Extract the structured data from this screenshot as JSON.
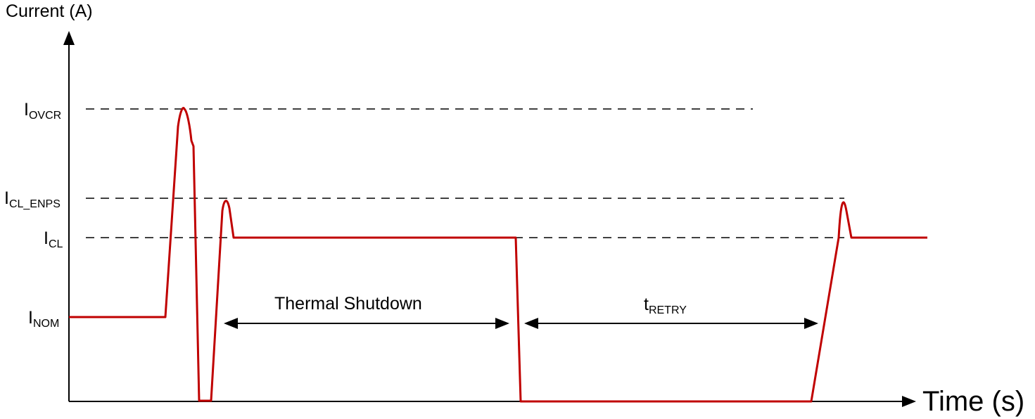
{
  "axes": {
    "y_label": "Current (A)",
    "x_label": "Time (s)"
  },
  "levels": [
    {
      "id": "iovcr",
      "main": "I",
      "sub": "OVCR"
    },
    {
      "id": "icl-enps",
      "main": "I",
      "sub": "CL_ENPS"
    },
    {
      "id": "icl",
      "main": "I",
      "sub": "CL"
    },
    {
      "id": "inom",
      "main": "I",
      "sub": "NOM"
    }
  ],
  "annotations": {
    "thermal_shutdown": "Thermal Shutdown",
    "t_retry": {
      "main": "t",
      "sub": "RETRY"
    }
  },
  "colors": {
    "waveform": "#c00000",
    "axis": "#000000",
    "dash": "#000000"
  }
}
